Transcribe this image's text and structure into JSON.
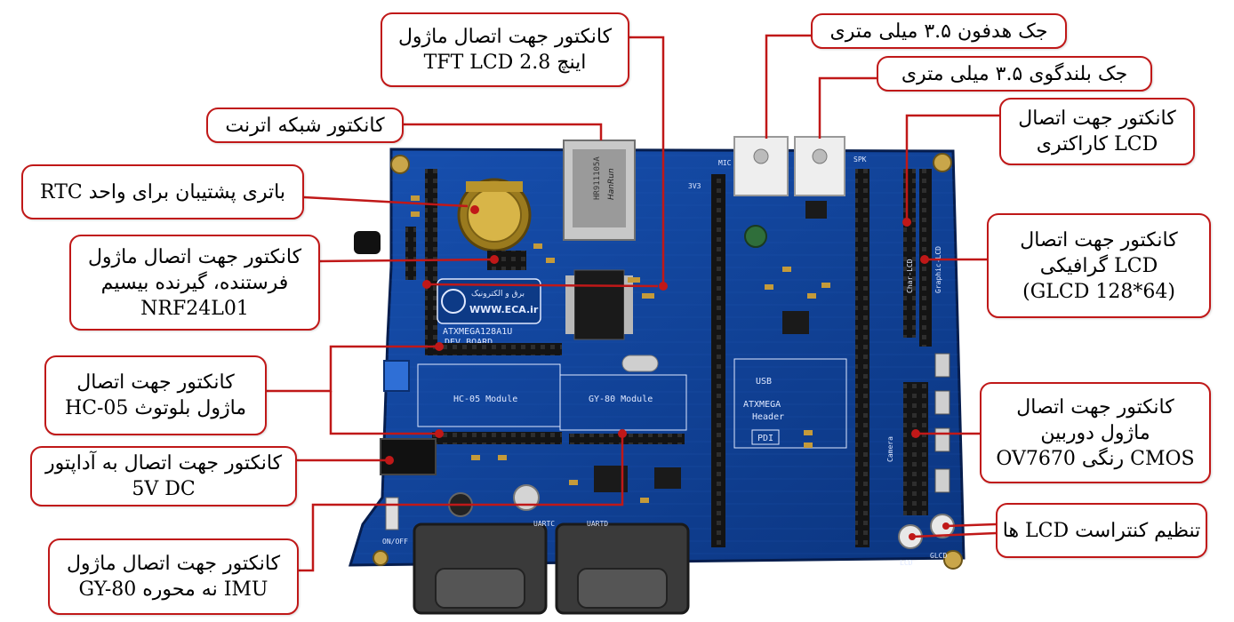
{
  "colors": {
    "callout_border": "#c01818",
    "leader_line": "#c01818",
    "pcb": "#0f3f8f",
    "pcb_dark": "#0a2e6e",
    "silkscreen": "#dfe8ff",
    "header_pin": "#111111"
  },
  "callouts": {
    "tft_lcd": {
      "line1": "کانکتور جهت اتصال ماژول",
      "line2": "اینچ  TFT LCD  2.8"
    },
    "ethernet": {
      "line1": "کانکتور شبکه اترنت"
    },
    "rtc_battery": {
      "line1": "باتری پشتیبان برای واحد  RTC"
    },
    "nrf": {
      "line1": "کانکتور جهت اتصال ماژول",
      "line2": "فرستنده، گیرنده بیسیم",
      "line3": "NRF24L01"
    },
    "bluetooth": {
      "line1": "کانکتور جهت اتصال",
      "line2": "ماژول بلوتوث  HC-05"
    },
    "adapter": {
      "line1": "کانکتور جهت اتصال به آداپتور",
      "line2": "5V DC"
    },
    "imu": {
      "line1": "کانکتور جهت اتصال ماژول",
      "line2": "IMU نه محوره GY-80"
    },
    "headphone": {
      "line1": "جک هدفون ۳.۵ میلی متری"
    },
    "speaker": {
      "line1": "جک بلندگوی ۳.۵ میلی متری"
    },
    "char_lcd": {
      "line1": "کانکتور جهت اتصال",
      "line2": "LCD  کاراکتری"
    },
    "glcd": {
      "line1": "کانکتور جهت اتصال",
      "line2": "LCD  گرافیکی",
      "line3": "(GLCD 128*64)"
    },
    "camera": {
      "line1": "کانکتور جهت اتصال",
      "line2": "ماژول دوربین",
      "line3": "CMOS رنگی OV7670"
    },
    "contrast": {
      "line1": "تنظیم کنتراست  LCD ها"
    }
  },
  "board": {
    "logo_url": "WWW.ECA.ir",
    "logo_sub": "برق و الکترونیک",
    "board_name": "ATXMEGA128A1U",
    "board_sub": "DEV BOARD",
    "hc05": "HC-05 Module",
    "gy80": "GY-80 Module",
    "header": "ATXMEGA",
    "header_sub": "Header",
    "usb": "USB",
    "pdi": "PDI",
    "mic": "MIC",
    "spk": "SPK",
    "rj45_line1": "HR911105A",
    "rj45_line2": "HanRun",
    "camera_label": "Camera",
    "char_lcd_label": "Char-LCD",
    "graphic_lcd_label": "Graphic-LCD",
    "lcd_label": "LCD",
    "glcd_label": "GLCD",
    "on_off": "ON/OFF",
    "uart_c": "UARTC",
    "uart_d": "UARTD",
    "v33": "3V3"
  }
}
